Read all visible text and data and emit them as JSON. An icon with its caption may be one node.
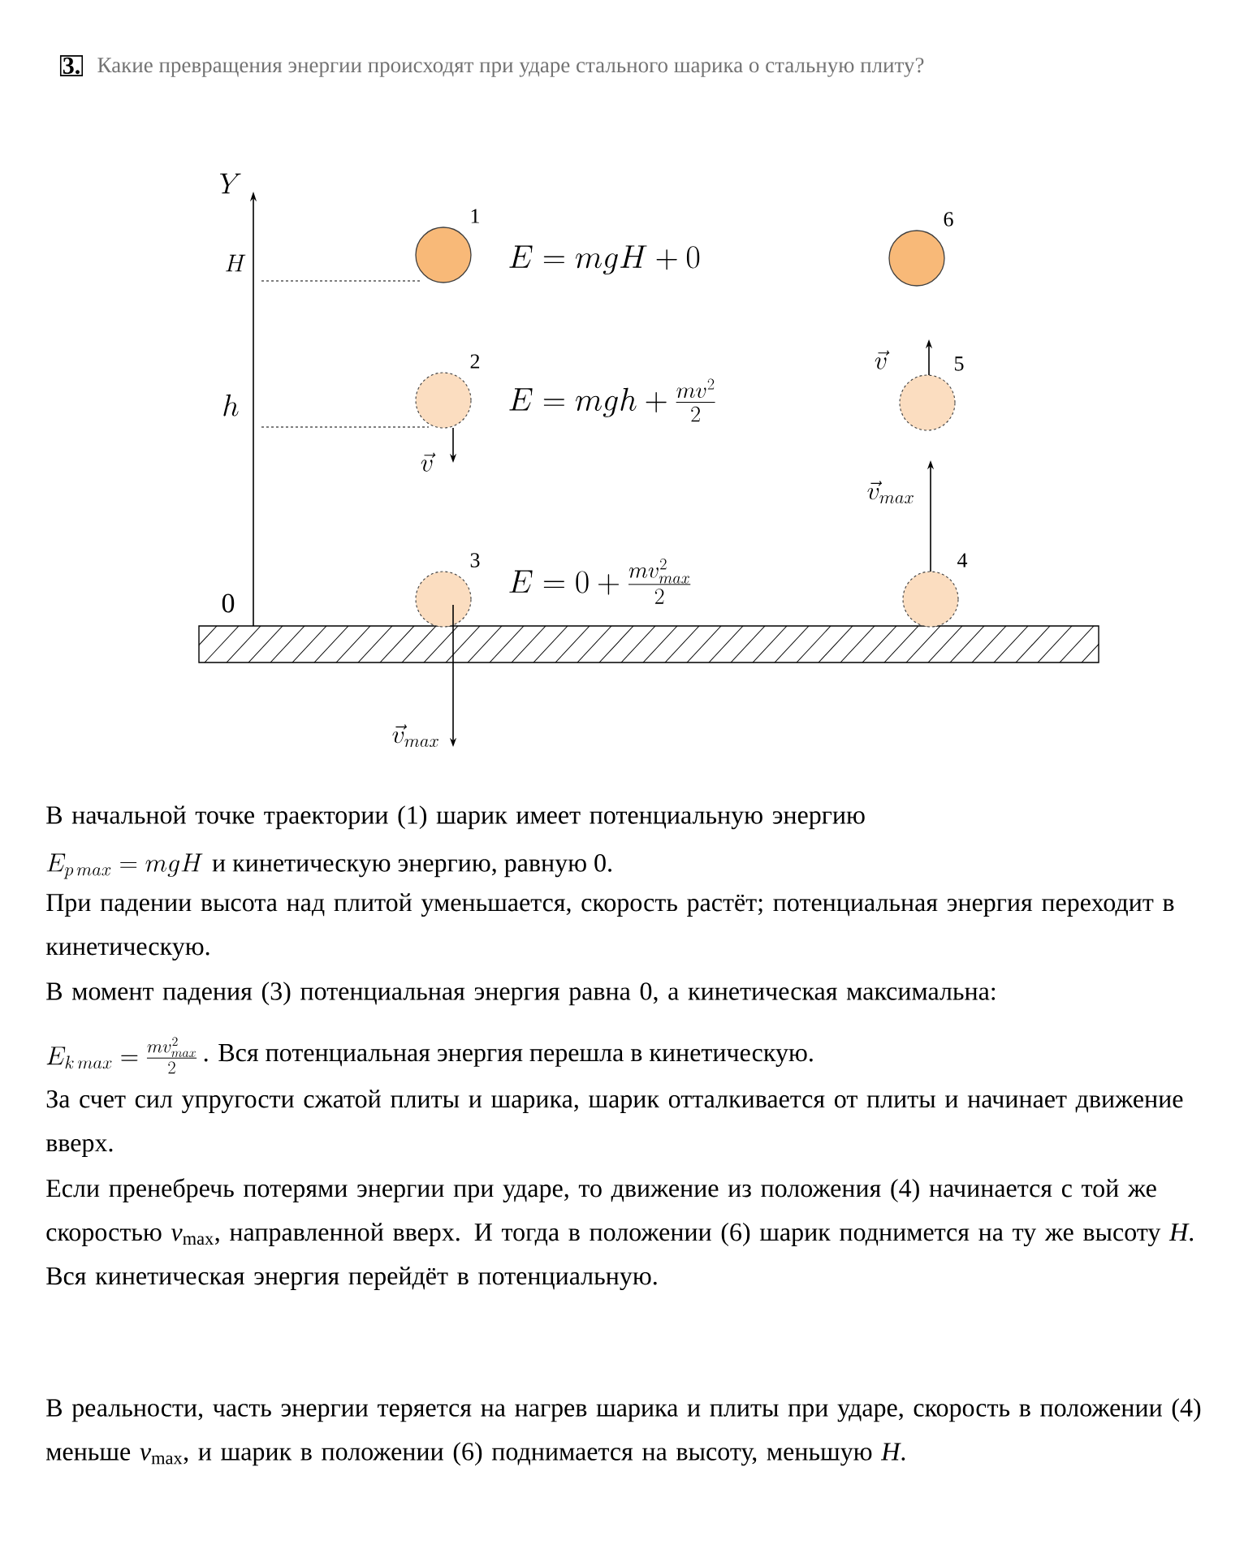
{
  "diagram": {
    "title": "Какие превращения энергии происходят при ударе стального шарика о стальную плиту?",
    "nodes": [
      {
        "text": [],
        "shape": "circle",
        "beside": [
          "1"
        ]
      },
      {
        "text": [],
        "shape": "circle",
        "beside": [
          "6"
        ]
      },
      {
        "text": [],
        "shape": "circle",
        "beside": [
          "2"
        ]
      },
      {
        "text": [],
        "shape": "circle",
        "beside": [
          "5"
        ]
      },
      {
        "text": [],
        "shape": "circle",
        "beside": [
          "3"
        ]
      },
      {
        "text": [],
        "shape": "circle",
        "beside": [
          "4"
        ]
      }
    ],
    "labels": [
      "3.",
      "Y",
      "H",
      "E = mgH + 0",
      "\\vec{v}",
      "h",
      "E = mgh + \\frac{mv^2}{2}",
      "\\vec{v}",
      "\\vec{v}_{max}",
      "E = 0 + \\frac{mv_{max}^2}{2}",
      "0",
      "\\vec{v}_{max}",
      "В начальной точке траектории (1) шарик имеет потенциальную энергию",
      "E_{p\\,max} = mgH",
      "и кинетическую энергию, равную 0.",
      "При падении высота над плитой уменьшается, скорость растёт; потенциальная энергия переходит в кинетическую.",
      "В момент падения (3) потенциальная энергия равна 0, а кинетическая максимальна:",
      "E_{k\\,max} = \\frac{mv_{max}^2}{2}",
      ". Вся потенциальная энергия перешла в кинетическую.",
      "За счет сил упругости сжатой плиты и шарика, шарик отталкивается от плиты и начинает движение вверх.",
      "Если пренебречь потерями энергии при ударе, то движение из положения (4) начинается с той же скоростью *v*$_{max}$, направленной вверх. И тогда в положении (6) шарик поднимется на ту же высоту *H*. Вся кинетическая энергия перейдёт в потенциальную.",
      "В реальности, часть энергии теряется на нагрев шарика и плиты при ударе, скорость в положении (4) меньше *v*$_{max}$, и шарик в положении (6) поднимается на высоту, меньшую *H*."
    ]
  }
}
